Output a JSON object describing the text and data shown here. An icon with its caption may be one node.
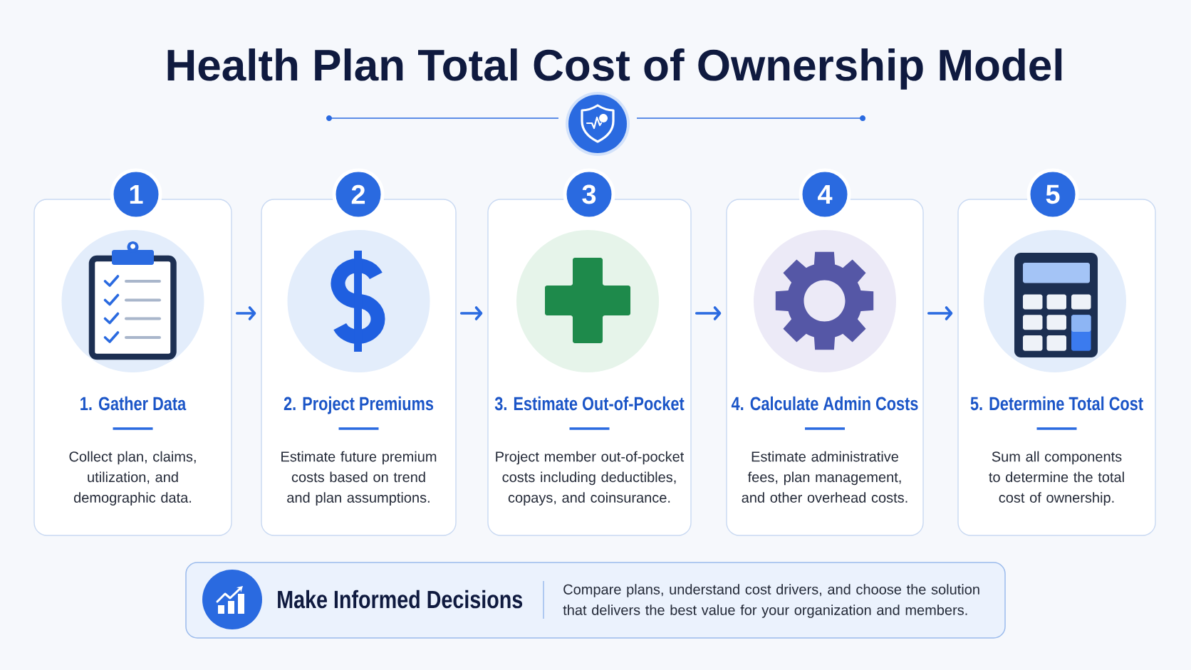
{
  "diagram": {
    "title": "Health Plan Total Cost of Ownership Model",
    "nodes": [
      {
        "text": [
          "1"
        ]
      },
      {
        "text": [
          "1. Gather Data",
          "Collect plan, claims, utilization, and demographic data."
        ]
      },
      {
        "text": [
          "2"
        ]
      },
      {
        "text": [
          "2. Project Premiums",
          "Estimate future premium costs based on trend and plan assumptions."
        ]
      },
      {
        "text": [
          "3"
        ]
      },
      {
        "text": [
          "3. Estimate Out-of-Pocket",
          "Project member out-of-pocket costs including deductibles, copays, and coinsurance."
        ]
      },
      {
        "text": [
          "4"
        ]
      },
      {
        "text": [
          "4. Calculate Admin Costs",
          "Estimate administrative fees, plan management, and other overhead costs."
        ]
      },
      {
        "text": [
          "5"
        ]
      },
      {
        "text": [
          "5. Determine Total Cost",
          "Sum all components to determine the total cost of ownership."
        ]
      },
      {
        "text": [
          "Make Informed Decisions",
          "Compare plans, understand cost drivers, and choose the solution that delivers the best value for your organization and members."
        ]
      }
    ],
    "edges": [
      {
        "from": 1,
        "to": 3,
        "arrow": "to"
      },
      {
        "from": 3,
        "to": 5,
        "arrow": "to"
      },
      {
        "from": 5,
        "to": 7,
        "arrow": "to"
      },
      {
        "from": 7,
        "to": 9,
        "arrow": "to"
      }
    ]
  }
}
